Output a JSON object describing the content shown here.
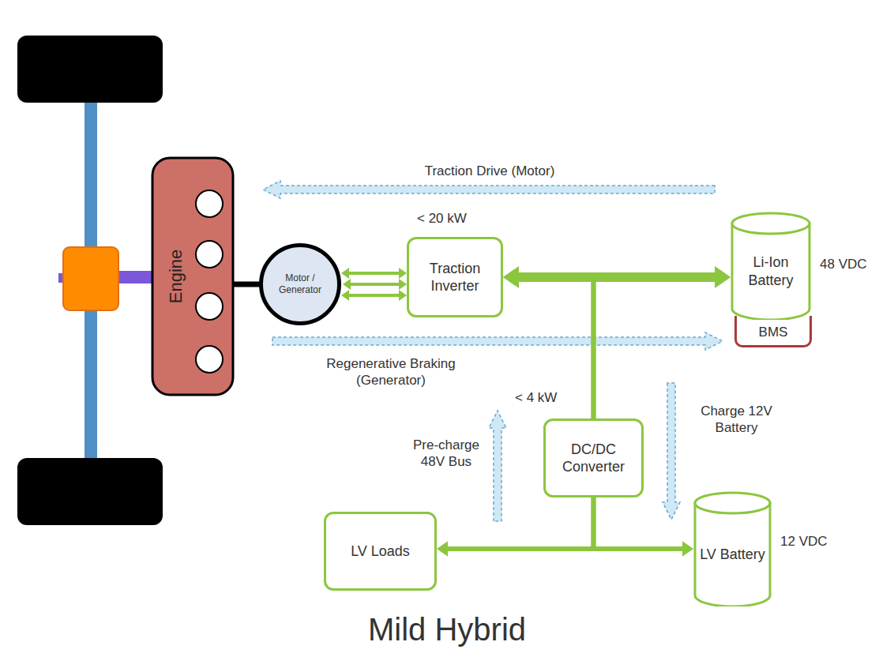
{
  "diagram": {
    "title": "Mild Hybrid",
    "nodes": [
      {
        "text": [
          "Engine"
        ]
      },
      {
        "text": [
          "Motor / Generator"
        ]
      },
      {
        "text": [
          "Traction Inverter"
        ]
      },
      {
        "text": [
          "Li-Ion Battery"
        ]
      },
      {
        "text": [
          "BMS"
        ]
      },
      {
        "text": [
          "DC/DC Converter"
        ]
      },
      {
        "text": [
          "LV Loads"
        ]
      },
      {
        "text": [
          "LV Battery"
        ]
      }
    ],
    "edges": [
      {
        "from": 0,
        "to": 1,
        "arrow": "none"
      },
      {
        "from": 1,
        "to": 2,
        "arrow": "both"
      },
      {
        "from": 2,
        "to": 3,
        "arrow": "both"
      },
      {
        "from": 5,
        "to": 2,
        "arrow": "to"
      },
      {
        "from": 5,
        "to": 3,
        "arrow": "to"
      },
      {
        "from": 5,
        "to": 6,
        "arrow": "to"
      },
      {
        "from": 5,
        "to": 7,
        "arrow": "to"
      }
    ],
    "labels": [
      "Traction Drive (Motor)",
      "< 20 kW",
      "Regenerative Braking (Generator)",
      "< 4 kW",
      "Pre-charge 48V Bus",
      "Charge 12V Battery",
      "48 VDC",
      "12 VDC"
    ]
  }
}
